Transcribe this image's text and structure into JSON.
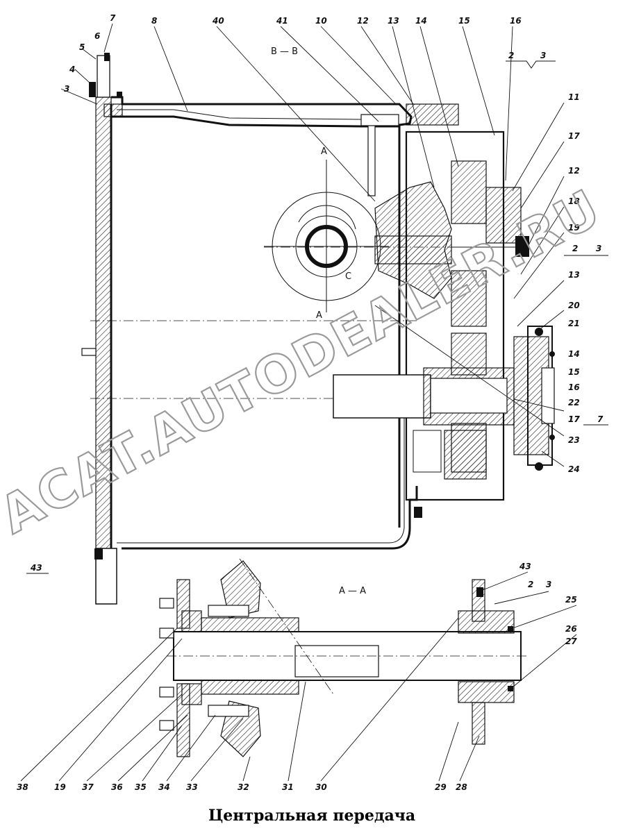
{
  "section_bb": "B — B",
  "section_aa": "A — A",
  "section_mark_a": "A",
  "section_mark_c": "C",
  "caption": "Центральная передача",
  "watermark": "ACAT.AUTODEALER.RU",
  "callouts_top": [
    "7",
    "8",
    "40",
    "41",
    "10",
    "12",
    "13",
    "14",
    "15",
    "16"
  ],
  "callouts_left": [
    "6",
    "5",
    "4",
    "3"
  ],
  "callouts_right": [
    "11",
    "17",
    "12",
    "18",
    "19",
    "13",
    "20",
    "21",
    "14",
    "15",
    "16",
    "22",
    "17",
    "23",
    "24"
  ],
  "callout_fraction_a": [
    "2",
    "3"
  ],
  "callout_fraction_b": [
    "2",
    "3"
  ],
  "callout_fraction_c": [
    "17",
    "7"
  ],
  "callout_43": "43",
  "callouts_aa_right": [
    "43",
    "2",
    "3",
    "25",
    "26",
    "27"
  ],
  "callouts_bottom": [
    "38",
    "19",
    "37",
    "36",
    "35",
    "34",
    "33",
    "32",
    "31",
    "30",
    "29",
    "28"
  ]
}
